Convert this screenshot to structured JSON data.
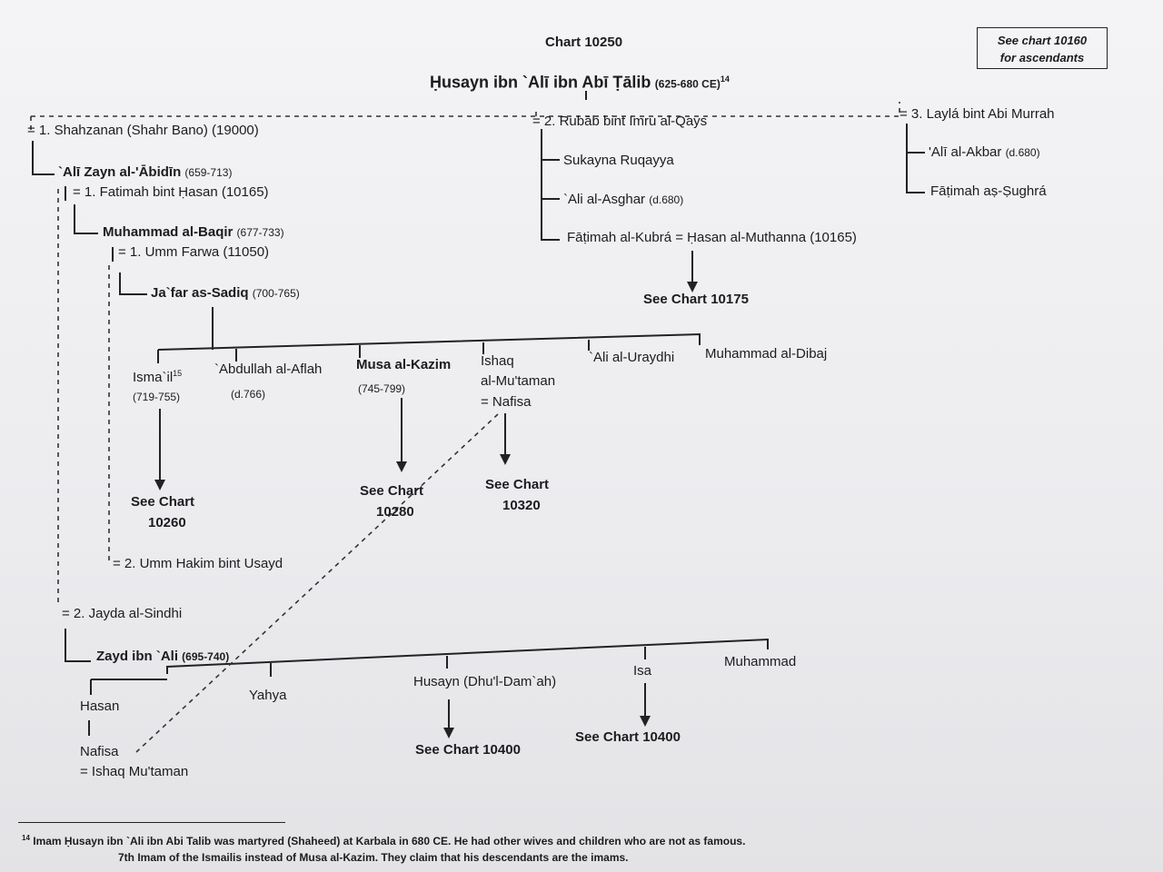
{
  "chart_title": "Chart 10250",
  "ascendants_box": {
    "line1": "See chart 10160",
    "line2": "for ascendants"
  },
  "root": {
    "name": "Ḥusayn ibn `Alī ibn Abī Ṭālib",
    "dates": "(625-680 CE)",
    "footnote_ref": "14"
  },
  "wives": {
    "w1": "= 1. Shahzanan (Shahr Bano) (19000)",
    "w2": "= 2. Rubāb bint Imru al-Qays",
    "w3": "= 3. Laylá bint Abi Murrah"
  },
  "line1": {
    "zayn_name": "`Alī Zayn al-'Ābidīn",
    "zayn_dates": "(659-713)",
    "zayn_wife1": "= 1. Fatimah bint Ḥasan (10165)",
    "baqir_name": "Muhammad al-Baqir",
    "baqir_dates": "(677-733)",
    "baqir_wife1": "= 1. Umm Farwa (11050)",
    "jafar_name": "Ja`far as-Sadiq",
    "jafar_dates": "(700-765)",
    "baqir_wife2": "= 2. Umm Hakim bint Usayd",
    "zayn_wife2": "= 2. Jayda al-Sindhi"
  },
  "rubab_children": {
    "c1": "Sukayna Ruqayya",
    "c2": "`Ali al-Asghar",
    "c2_dates": "(d.680)",
    "c3": "Fāṭimah al-Kubrá = Ḥasan al-Muthanna (10165)",
    "see": "See Chart 10175"
  },
  "layla_children": {
    "c1": "'Alī al-Akbar",
    "c1_dates": "(d.680)",
    "c2": "Fāṭimah aṣ-Ṣughrá"
  },
  "jafar_children": {
    "ismail": "Isma`il",
    "ismail_ref": "15",
    "ismail_dates": "(719-755)",
    "abdullah": "`Abdullah al-Aflah",
    "abdullah_dates": "(d.766)",
    "musa": "Musa al-Kazim",
    "musa_dates": "(745-799)",
    "ishaq1": "Ishaq",
    "ishaq2": "al-Mu'taman",
    "ishaq3": "= Nafisa",
    "ali_uraydhi": "`Ali al-Uraydhi",
    "muhammad_dibaj": "Muhammad al-Dibaj",
    "see_ismail_1": "See Chart",
    "see_ismail_2": "10260",
    "see_musa_1": "See Chart",
    "see_musa_2": "10280",
    "see_ishaq_1": "See Chart",
    "see_ishaq_2": "10320"
  },
  "zayd": {
    "name": "Zayd ibn `Ali",
    "dates": "(695-740)",
    "hasan": "Hasan",
    "nafisa": "Nafisa",
    "nafisa_spouse": "= Ishaq Mu'taman",
    "yahya": "Yahya",
    "husayn": "Husayn (Dhu'l-Dam`ah)",
    "isa": "Isa",
    "muhammad": "Muhammad",
    "see_husayn": "See Chart 10400",
    "see_isa": "See Chart 10400"
  },
  "footnotes": {
    "f14_ref": "14",
    "f14": "Imam Ḥusayn ibn `Ali ibn Abi Talib was martyred (Shaheed) at Karbala in 680 CE. He had other wives and children who are not as famous.",
    "f15": "7th Imam of the Ismailis instead of Musa al-Kazim. They claim that his descendants are the imams."
  }
}
